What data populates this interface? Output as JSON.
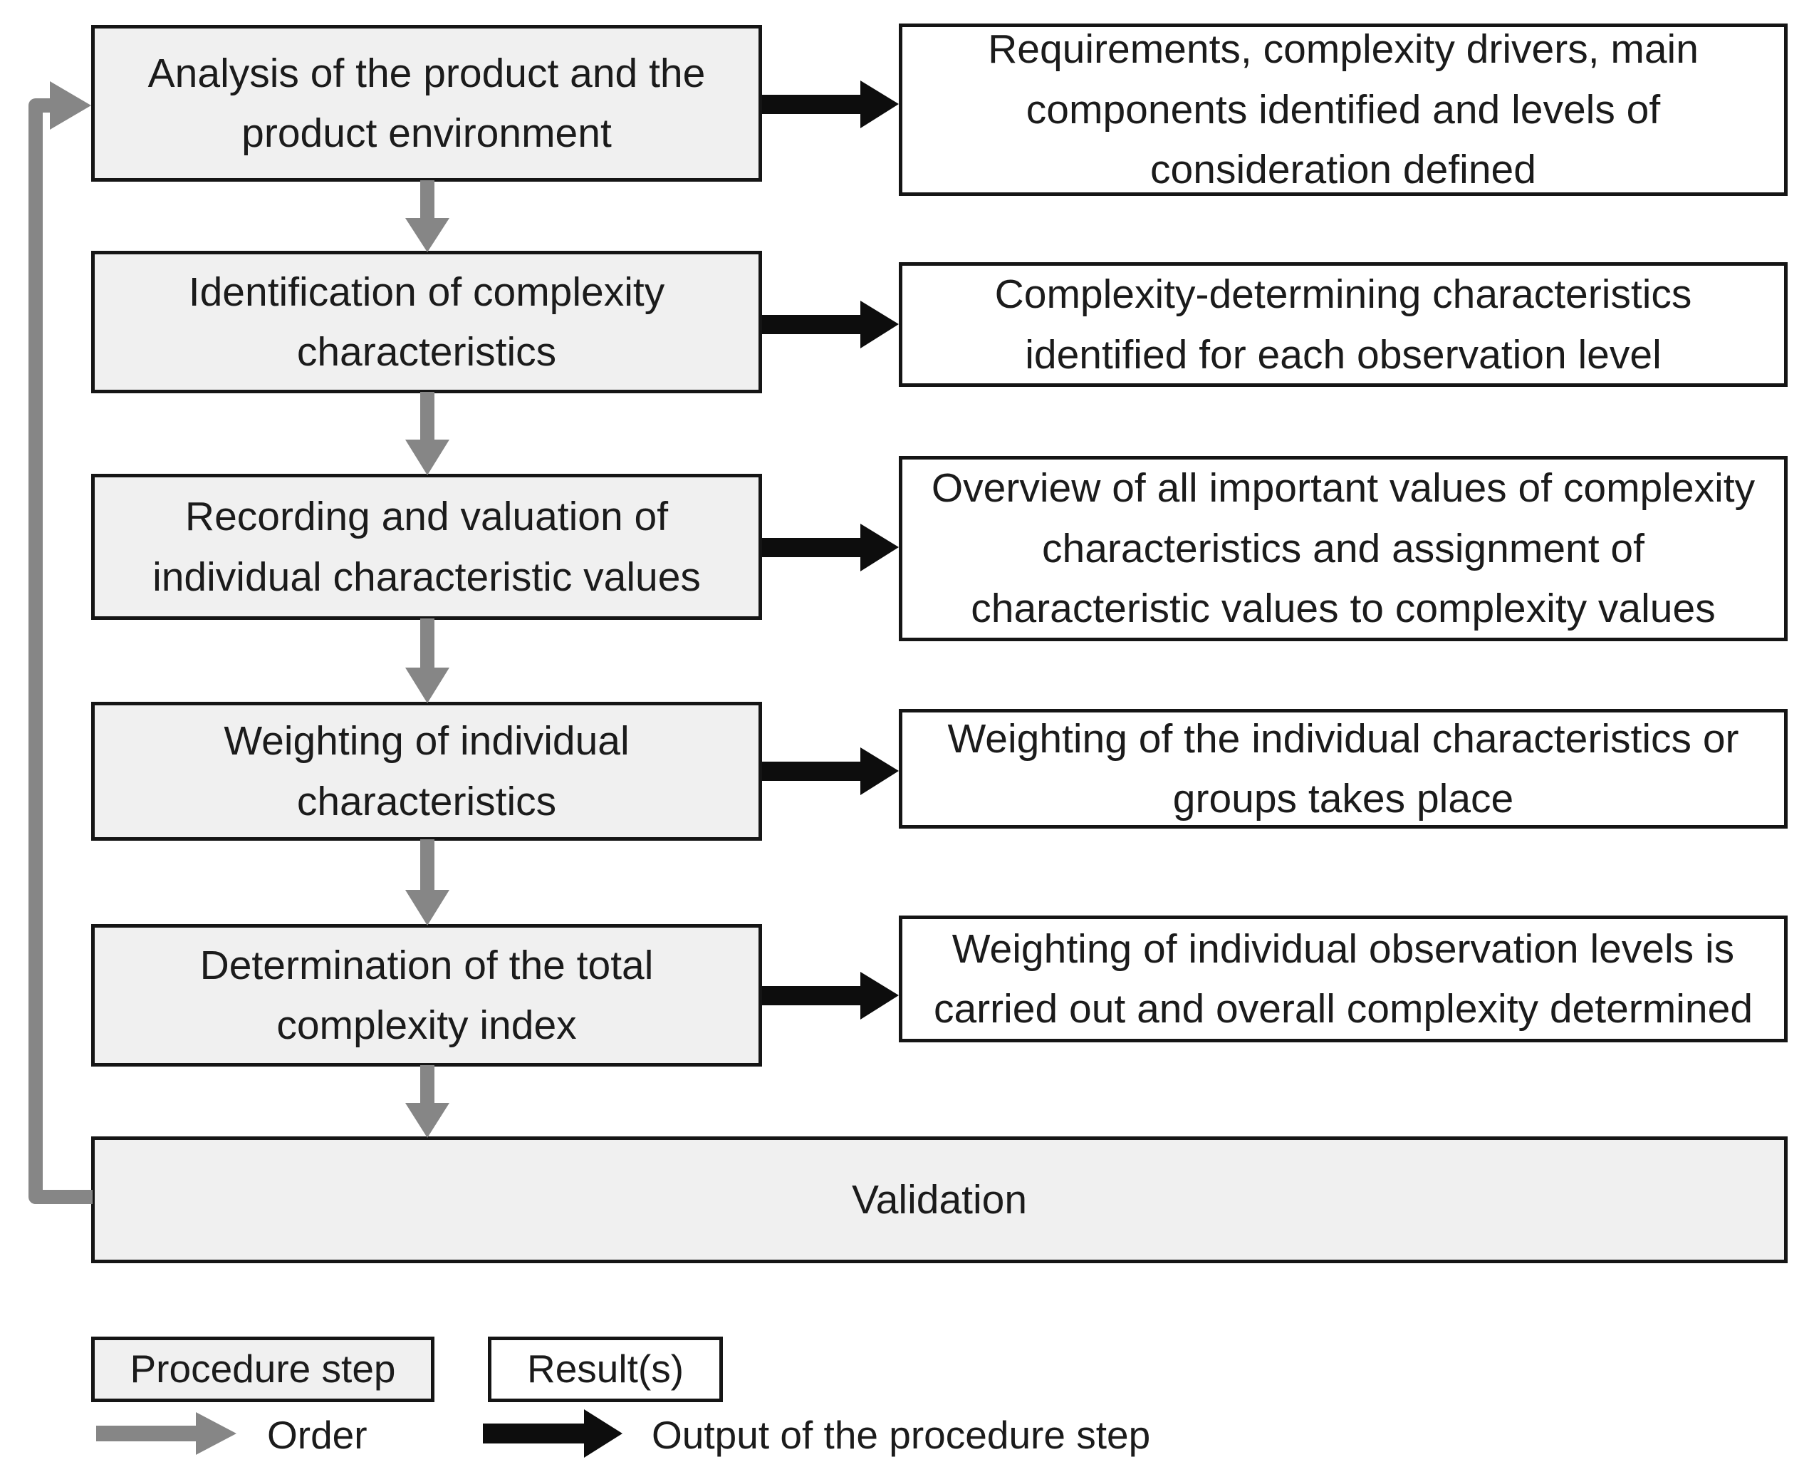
{
  "diagram": {
    "steps": [
      {
        "step": "Analysis of the product and the\nproduct environment",
        "result": "Requirements, complexity drivers, main\ncomponents identified and levels of\nconsideration defined"
      },
      {
        "step": "Identification of complexity\ncharacteristics",
        "result": "Complexity-determining characteristics\nidentified for each observation level"
      },
      {
        "step": "Recording and valuation of\nindividual characteristic values",
        "result": "Overview of all important values of complexity\ncharacteristics and assignment of\ncharacteristic values to complexity values"
      },
      {
        "step": "Weighting of individual\ncharacteristics",
        "result": "Weighting of the individual characteristics or\ngroups takes place"
      },
      {
        "step": "Determination of the total\ncomplexity index",
        "result": "Weighting of individual observation levels is\ncarried out and overall complexity determined"
      }
    ],
    "validation_label": "Validation",
    "legend": {
      "procedure_step_label": "Procedure step",
      "results_label": "Result(s)",
      "order_label": "Order",
      "output_label": "Output of the procedure step"
    },
    "colors": {
      "procedure_fill": "#f0f0f0",
      "result_fill": "#ffffff",
      "border": "#151515",
      "order_arrow_gray": "#868686",
      "output_arrow_black": "#0d0d0d"
    }
  }
}
